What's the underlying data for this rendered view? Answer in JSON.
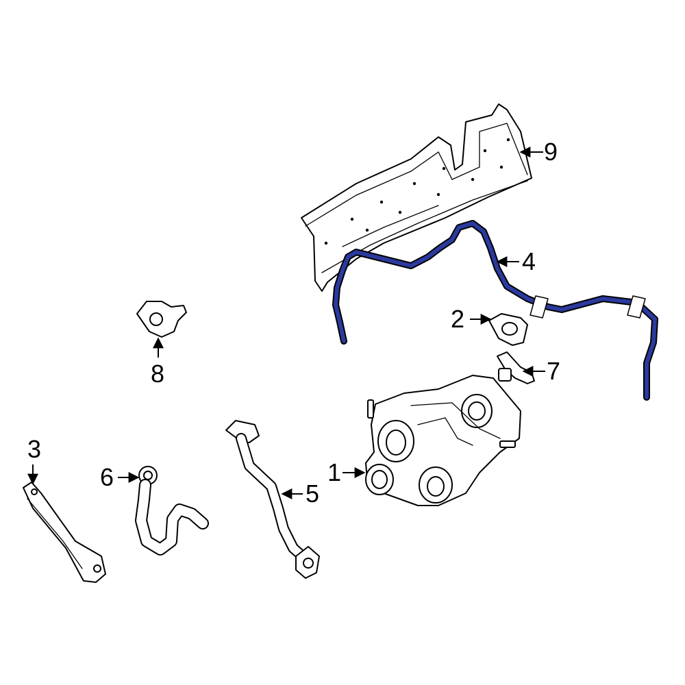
{
  "diagram": {
    "highlight_color": "#2b3a9e",
    "callouts": [
      {
        "id": "1",
        "label": "1"
      },
      {
        "id": "2",
        "label": "2"
      },
      {
        "id": "3",
        "label": "3"
      },
      {
        "id": "4",
        "label": "4"
      },
      {
        "id": "5",
        "label": "5"
      },
      {
        "id": "6",
        "label": "6"
      },
      {
        "id": "7",
        "label": "7"
      },
      {
        "id": "8",
        "label": "8"
      },
      {
        "id": "9",
        "label": "9"
      }
    ]
  }
}
